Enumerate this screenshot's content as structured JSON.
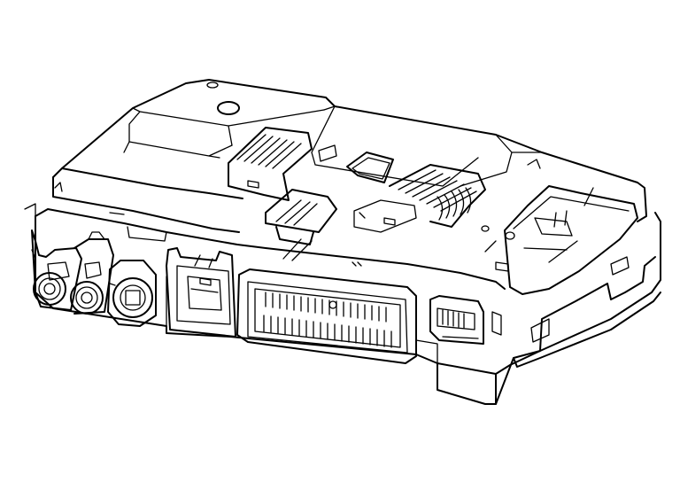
{
  "figure": {
    "subject": "",
    "style": "black line-art technical illustration on white",
    "colors": {
      "line": "#000000",
      "background": "#ffffff"
    },
    "parts": [
      "housing",
      "top-cover",
      "coaxial-connector-left",
      "coaxial-connector-right",
      "round-connector",
      "small-rectangular-connector",
      "main-multipin-connector",
      "side-clip-connector",
      "mounting-bracket-right",
      "mounting-hole",
      "label-area"
    ]
  }
}
